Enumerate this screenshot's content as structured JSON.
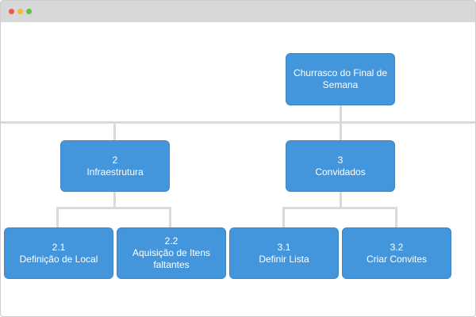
{
  "window": {
    "controls": [
      "close",
      "minimize",
      "maximize"
    ],
    "colors": {
      "close": "#f2574f",
      "minimize": "#f6bb2c",
      "maximize": "#5bc43d"
    }
  },
  "diagram": {
    "node_color": "#4496dc",
    "connector_color": "#dadada",
    "root": {
      "label": "Churrasco do Final de Semana"
    },
    "n2": {
      "number": "2",
      "label": "Infraestrutura"
    },
    "n3": {
      "number": "3",
      "label": "Convidados"
    },
    "n21": {
      "number": "2.1",
      "label": "Definição de Local"
    },
    "n22": {
      "number": "2.2",
      "label": "Aquisição de Itens faltantes"
    },
    "n31": {
      "number": "3.1",
      "label": "Definir Lista"
    },
    "n32": {
      "number": "3.2",
      "label": "Criar Convites"
    }
  }
}
